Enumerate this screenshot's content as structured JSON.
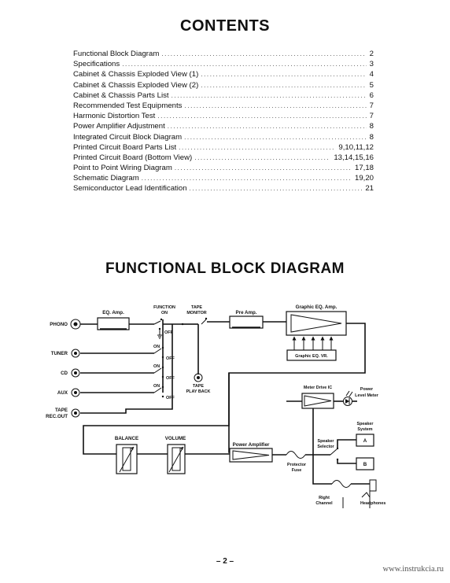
{
  "contents": {
    "title": "CONTENTS",
    "entries": [
      {
        "label": "Functional Block Diagram",
        "page": "2"
      },
      {
        "label": "Specifications",
        "page": "3"
      },
      {
        "label": "Cabinet & Chassis Exploded View (1)",
        "page": "4"
      },
      {
        "label": "Cabinet & Chassis Exploded View (2)",
        "page": "5"
      },
      {
        "label": "Cabinet & Chassis Parts List",
        "page": "6"
      },
      {
        "label": "Recommended Test Equipments",
        "page": "7"
      },
      {
        "label": "Harmonic Distortion Test",
        "page": "7"
      },
      {
        "label": "Power Amplifier Adjustment",
        "page": "8"
      },
      {
        "label": "Integrated Circuit Block Diagram",
        "page": "8"
      },
      {
        "label": "Printed Circuit Board Parts List",
        "page": "9,10,11,12"
      },
      {
        "label": "Printed Circuit Board (Bottom View)",
        "page": "13,14,15,16"
      },
      {
        "label": "Point to Point Wiring Diagram",
        "page": "17,18"
      },
      {
        "label": "Schematic Diagram",
        "page": "19,20"
      },
      {
        "label": "Semiconductor Lead Identification",
        "page": "21"
      }
    ]
  },
  "diagram": {
    "title": "FUNCTIONAL BLOCK DIAGRAM",
    "inputs": {
      "phono": "PHONO",
      "tuner": "TUNER",
      "cd": "CD",
      "aux": "AUX",
      "tape_rec_out": [
        "TAPE",
        "REC.OUT"
      ]
    },
    "eq_amp": "EQ. Amp.",
    "function": [
      "FUNCTION",
      "ON"
    ],
    "on": "ON",
    "off": "OFF",
    "tape_monitor": [
      "TAPE",
      "MONITOR"
    ],
    "tape_play_back": [
      "TAPE",
      "PLAY BACK"
    ],
    "pre_amp": "Pre Amp.",
    "graphic_eq_amp": "Graphic EQ. Amp.",
    "graphic_eq_vr": "Graphic EQ. VR.",
    "meter_drive_ic": "Meter Drive IC",
    "power_level_meter": [
      "Power",
      "Level Meter"
    ],
    "balance": "BALANCE",
    "volume": "VOLUME",
    "power_amplifier": "Power Amplifier",
    "protector_fuse": [
      "Protector",
      "Fuse"
    ],
    "speaker_selector": [
      "Speaker",
      "Selector"
    ],
    "speaker_system": [
      "Speaker",
      "System"
    ],
    "speaker_a": "A",
    "speaker_b": "B",
    "right_channel": [
      "Right",
      "Channel"
    ],
    "headphones": "Headphones"
  },
  "footer": {
    "page_number": "– 2 –",
    "watermark": "www.instrukcia.ru"
  }
}
